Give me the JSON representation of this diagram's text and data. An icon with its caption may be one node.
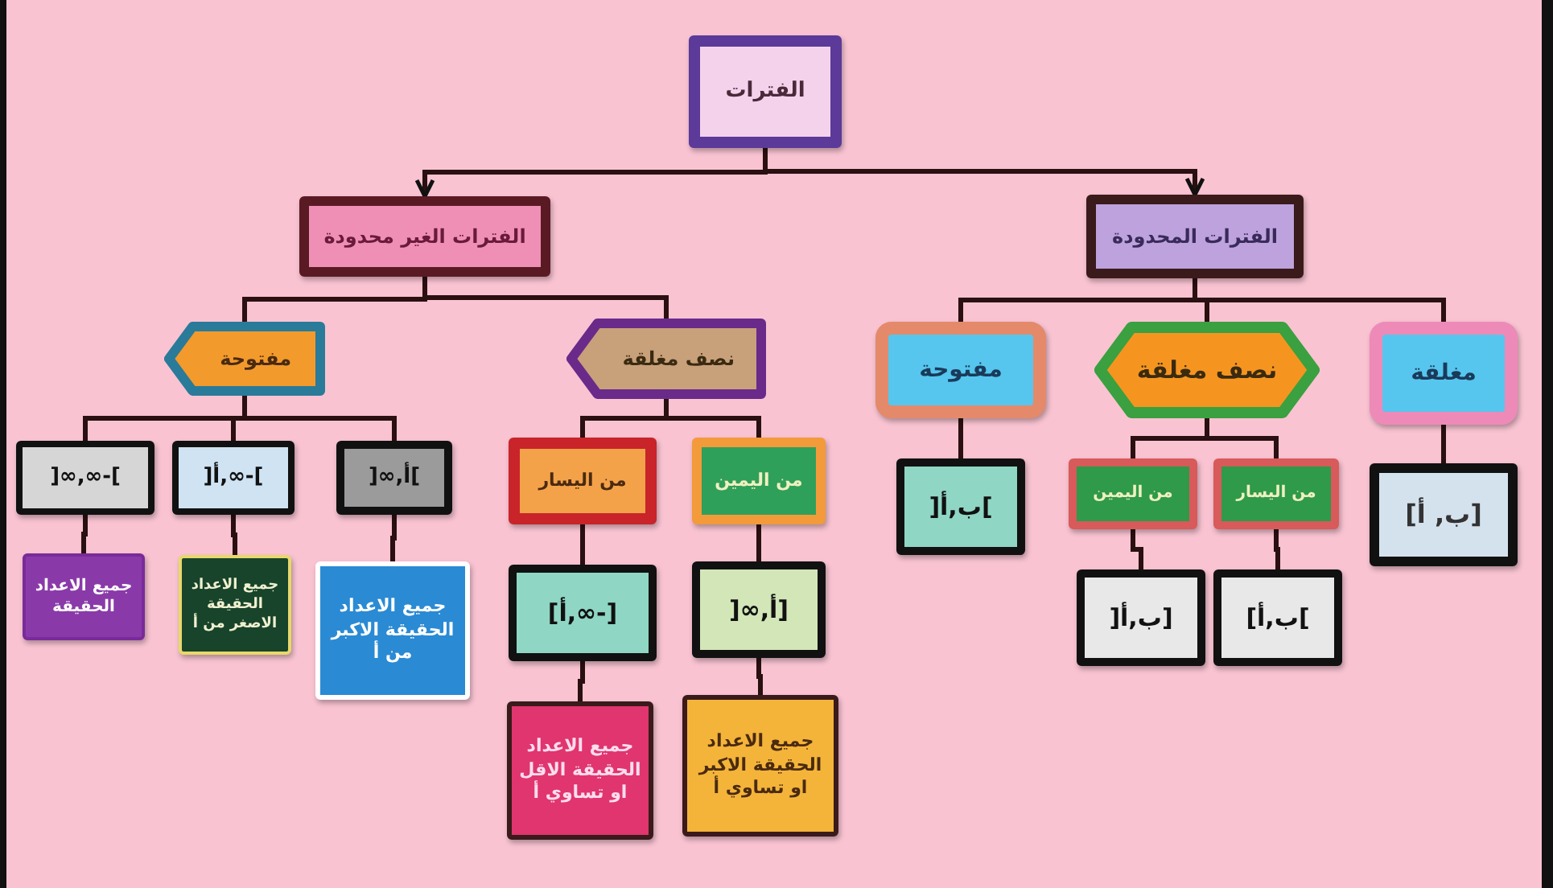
{
  "diagram": {
    "nodes": [
      {
        "text": [
          "الفترات"
        ]
      },
      {
        "text": [
          "الفترات الغير محدودة"
        ]
      },
      {
        "text": [
          "الفترات المحدودة"
        ]
      },
      {
        "text": [
          "مفتوحة"
        ]
      },
      {
        "text": [
          "نصف مغلقة"
        ]
      },
      {
        "text": [
          "مفتوحة"
        ]
      },
      {
        "text": [
          "نصف مغلقة"
        ]
      },
      {
        "text": [
          "مغلقة"
        ]
      },
      {
        "text": [
          "]∞,∞-["
        ]
      },
      {
        "text": [
          "]أ,∞-["
        ]
      },
      {
        "text": [
          "]∞,أ["
        ]
      },
      {
        "text": [
          "من اليسار"
        ]
      },
      {
        "text": [
          "من اليمين"
        ]
      },
      {
        "text": [
          "]أ,ب["
        ]
      },
      {
        "text": [
          "من اليمين"
        ]
      },
      {
        "text": [
          "من اليسار"
        ]
      },
      {
        "text": [
          "[أ ,ب]"
        ]
      },
      {
        "text": [
          "جميع الاعداد الحقيقة"
        ]
      },
      {
        "text": [
          "جميع الاعداد الحقيقة الاصغر من أ"
        ]
      },
      {
        "text": [
          "جميع الاعداد الحقيقة الاكبر من أ"
        ]
      },
      {
        "text": [
          "[أ,∞-]"
        ]
      },
      {
        "text": [
          "]∞,أ]"
        ]
      },
      {
        "text": [
          "]أ,ب]"
        ]
      },
      {
        "text": [
          "[أ,ب["
        ]
      },
      {
        "text": [
          "جميع الاعداد الحقيقة الاقل او تساوي أ"
        ]
      },
      {
        "text": [
          "جميع الاعداد الحقيقة الاكبر او تساوي أ"
        ]
      }
    ],
    "edges": [
      {
        "from": 0,
        "to": 1,
        "arrow": "to"
      },
      {
        "from": 0,
        "to": 2,
        "arrow": "to"
      },
      {
        "from": 1,
        "to": 3,
        "arrow": "none"
      },
      {
        "from": 1,
        "to": 4,
        "arrow": "none"
      },
      {
        "from": 2,
        "to": 5,
        "arrow": "none"
      },
      {
        "from": 2,
        "to": 6,
        "arrow": "none"
      },
      {
        "from": 2,
        "to": 7,
        "arrow": "none"
      },
      {
        "from": 3,
        "to": 8,
        "arrow": "none"
      },
      {
        "from": 3,
        "to": 9,
        "arrow": "none"
      },
      {
        "from": 3,
        "to": 10,
        "arrow": "none"
      },
      {
        "from": 4,
        "to": 11,
        "arrow": "none"
      },
      {
        "from": 4,
        "to": 12,
        "arrow": "none"
      },
      {
        "from": 5,
        "to": 13,
        "arrow": "none"
      },
      {
        "from": 6,
        "to": 14,
        "arrow": "none"
      },
      {
        "from": 6,
        "to": 15,
        "arrow": "none"
      },
      {
        "from": 7,
        "to": 16,
        "arrow": "none"
      },
      {
        "from": 8,
        "to": 17,
        "arrow": "none"
      },
      {
        "from": 9,
        "to": 18,
        "arrow": "none"
      },
      {
        "from": 10,
        "to": 19,
        "arrow": "none"
      },
      {
        "from": 11,
        "to": 20,
        "arrow": "none"
      },
      {
        "from": 12,
        "to": 21,
        "arrow": "none"
      },
      {
        "from": 14,
        "to": 22,
        "arrow": "none"
      },
      {
        "from": 15,
        "to": 23,
        "arrow": "none"
      },
      {
        "from": 20,
        "to": 24,
        "arrow": "none"
      },
      {
        "from": 21,
        "to": 25,
        "arrow": "none"
      }
    ]
  }
}
